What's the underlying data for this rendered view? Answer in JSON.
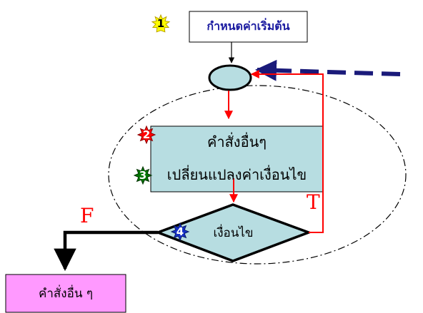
{
  "steps": {
    "init": "กำหนดค่าเริ่มต้น",
    "body_top": "คำสั่งอื่นๆ",
    "body_bottom": "เปลี่ยนแปลงค่าเงื่อนไข",
    "condition": "เงื่อนไข",
    "exit": "คำสั่งอื่น ๆ"
  },
  "markers": [
    "1",
    "2",
    "3",
    "4"
  ],
  "labels": {
    "true": "T",
    "false": "F"
  },
  "colors": {
    "init_text": "#1a1aa0",
    "box_fill": "#b7dde1",
    "exit_fill": "#ff99ff",
    "arrow_red": "#ff0000",
    "dashed_blue": "#1a1a7a",
    "marker1": "#ffff00",
    "marker2": "#ff0000",
    "marker3": "#007700",
    "marker4": "#1530c8"
  }
}
